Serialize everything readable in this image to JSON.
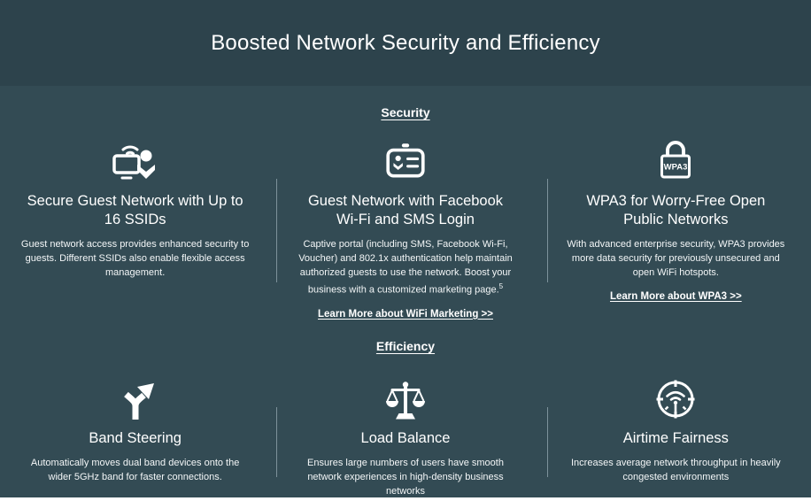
{
  "header": {
    "title": "Boosted Network Security and Efficiency"
  },
  "colors": {
    "header_bg": "#2d434c",
    "body_bg": "#334b54",
    "text": "#ffffff",
    "divider": "#7d929b"
  },
  "sections": [
    {
      "heading": "Security",
      "items": [
        {
          "icon": "guest-network-icon",
          "title": "Secure Guest Network with Up to 16 SSIDs",
          "body": "Guest network access provides enhanced security to guests. Different SSIDs also enable flexible access management."
        },
        {
          "icon": "captive-portal-icon",
          "title": "Guest Network with Facebook Wi-Fi and SMS Login",
          "body": "Captive portal (including SMS, Facebook Wi-Fi, Voucher) and 802.1x authentication help maintain authorized guests to use the network. Boost your business with a customized marketing page.",
          "footnote": "5",
          "link": "Learn More about WiFi Marketing >>"
        },
        {
          "icon": "wpa3-lock-icon",
          "icon_label": "WPA3",
          "title": "WPA3 for Worry-Free Open Public Networks",
          "body": "With advanced enterprise security, WPA3 provides more data security for previously unsecured and open WiFi hotspots.",
          "link": "Learn More about WPA3 >>"
        }
      ]
    },
    {
      "heading": "Efficiency",
      "items": [
        {
          "icon": "band-steering-icon",
          "title": "Band Steering",
          "body": "Automatically moves dual band devices onto the wider 5GHz band for faster connections."
        },
        {
          "icon": "load-balance-icon",
          "title": "Load Balance",
          "body": "Ensures large numbers of users have smooth network experiences in high-density business networks"
        },
        {
          "icon": "airtime-fairness-icon",
          "title": "Airtime Fairness",
          "body": "Increases average network throughput in heavily congested environments"
        }
      ]
    }
  ]
}
